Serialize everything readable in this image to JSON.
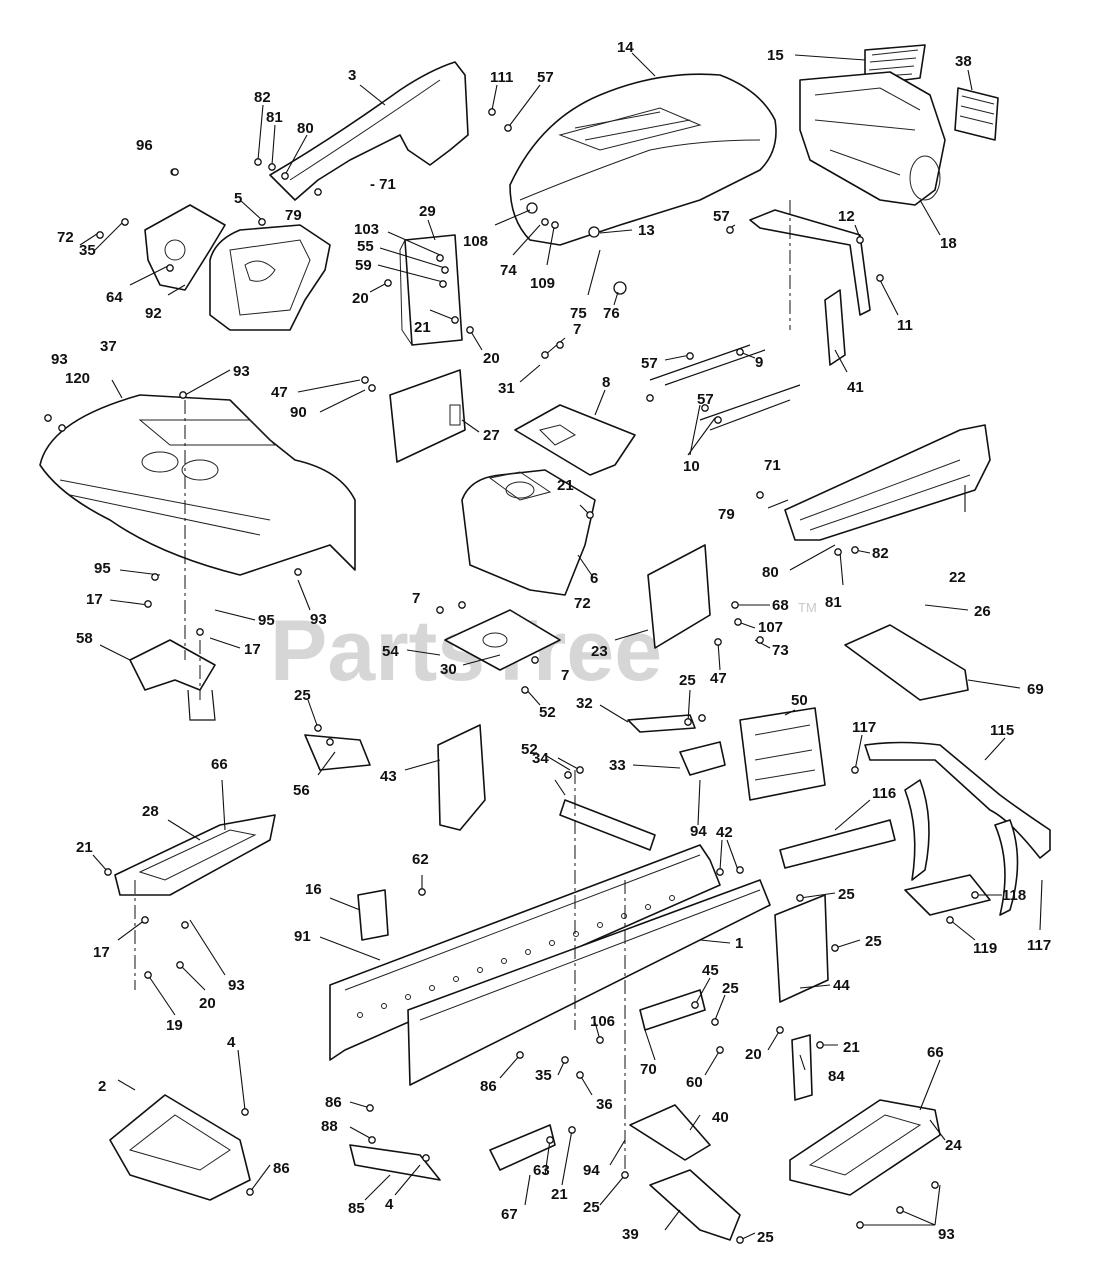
{
  "watermark": {
    "text": "PartsTree",
    "tm": "TM"
  },
  "callouts": [
    {
      "id": "c3",
      "label": "3"
    },
    {
      "id": "c111",
      "label": "111"
    },
    {
      "id": "c57a",
      "label": "57"
    },
    {
      "id": "c14",
      "label": "14"
    },
    {
      "id": "c15",
      "label": "15"
    },
    {
      "id": "c38",
      "label": "38"
    },
    {
      "id": "c82a",
      "label": "82"
    },
    {
      "id": "c81a",
      "label": "81"
    },
    {
      "id": "c80a",
      "label": "80"
    },
    {
      "id": "c96",
      "label": "96"
    },
    {
      "id": "c71a",
      "label": "- 71"
    },
    {
      "id": "c79a",
      "label": "79"
    },
    {
      "id": "c5",
      "label": "5"
    },
    {
      "id": "c72a",
      "label": "72"
    },
    {
      "id": "c35a",
      "label": "35"
    },
    {
      "id": "c64",
      "label": "64"
    },
    {
      "id": "c92",
      "label": "92"
    },
    {
      "id": "c29",
      "label": "29"
    },
    {
      "id": "c103",
      "label": "103"
    },
    {
      "id": "c55",
      "label": "55"
    },
    {
      "id": "c59",
      "label": "59"
    },
    {
      "id": "c20a",
      "label": "20"
    },
    {
      "id": "c21a",
      "label": "21"
    },
    {
      "id": "c20b",
      "label": "20"
    },
    {
      "id": "c108",
      "label": "108"
    },
    {
      "id": "c74",
      "label": "74"
    },
    {
      "id": "c109",
      "label": "109"
    },
    {
      "id": "c13",
      "label": "13"
    },
    {
      "id": "c75",
      "label": "75"
    },
    {
      "id": "c76",
      "label": "76"
    },
    {
      "id": "c18",
      "label": "18"
    },
    {
      "id": "c57b",
      "label": "57"
    },
    {
      "id": "c12",
      "label": "12"
    },
    {
      "id": "c11",
      "label": "11"
    },
    {
      "id": "c41",
      "label": "41"
    },
    {
      "id": "c7a",
      "label": "7"
    },
    {
      "id": "c31",
      "label": "31"
    },
    {
      "id": "c57c",
      "label": "57"
    },
    {
      "id": "c9",
      "label": "9"
    },
    {
      "id": "c57d",
      "label": "57"
    },
    {
      "id": "c10",
      "label": "10"
    },
    {
      "id": "c8",
      "label": "8"
    },
    {
      "id": "c93a",
      "label": "93"
    },
    {
      "id": "c37",
      "label": "37"
    },
    {
      "id": "c120",
      "label": "120"
    },
    {
      "id": "c93b",
      "label": "93"
    },
    {
      "id": "c47a",
      "label": "47"
    },
    {
      "id": "c90",
      "label": "90"
    },
    {
      "id": "c27",
      "label": "27"
    },
    {
      "id": "c71b",
      "label": "71"
    },
    {
      "id": "c79b",
      "label": "79"
    },
    {
      "id": "c21b",
      "label": "21"
    },
    {
      "id": "c22",
      "label": "22"
    },
    {
      "id": "c80b",
      "label": "80"
    },
    {
      "id": "c81b",
      "label": "81"
    },
    {
      "id": "c82b",
      "label": "82"
    },
    {
      "id": "c6",
      "label": "6"
    },
    {
      "id": "c72b",
      "label": "72"
    },
    {
      "id": "c95a",
      "label": "95"
    },
    {
      "id": "c17a",
      "label": "17"
    },
    {
      "id": "c95b",
      "label": "95"
    },
    {
      "id": "c93c",
      "label": "93"
    },
    {
      "id": "c17b",
      "label": "17"
    },
    {
      "id": "c58",
      "label": "58"
    },
    {
      "id": "c7b",
      "label": "7"
    },
    {
      "id": "c54",
      "label": "54"
    },
    {
      "id": "c30",
      "label": "30"
    },
    {
      "id": "c7c",
      "label": "7"
    },
    {
      "id": "c52a",
      "label": "52"
    },
    {
      "id": "c68",
      "label": "68"
    },
    {
      "id": "c107",
      "label": "107"
    },
    {
      "id": "c26",
      "label": "26"
    },
    {
      "id": "c23",
      "label": "23"
    },
    {
      "id": "c73",
      "label": "73"
    },
    {
      "id": "c47b",
      "label": "47"
    },
    {
      "id": "c69",
      "label": "69"
    },
    {
      "id": "c25a",
      "label": "25"
    },
    {
      "id": "c56",
      "label": "56"
    },
    {
      "id": "c43",
      "label": "43"
    },
    {
      "id": "c32",
      "label": "32"
    },
    {
      "id": "c25b",
      "label": "25"
    },
    {
      "id": "c50",
      "label": "50"
    },
    {
      "id": "c117a",
      "label": "117"
    },
    {
      "id": "c115",
      "label": "115"
    },
    {
      "id": "c52b",
      "label": "52"
    },
    {
      "id": "c34",
      "label": "34"
    },
    {
      "id": "c33",
      "label": "33"
    },
    {
      "id": "c94a",
      "label": "94"
    },
    {
      "id": "c116",
      "label": "116"
    },
    {
      "id": "c66a",
      "label": "66"
    },
    {
      "id": "c28",
      "label": "28"
    },
    {
      "id": "c21c",
      "label": "21"
    },
    {
      "id": "c62",
      "label": "62"
    },
    {
      "id": "c42",
      "label": "42"
    },
    {
      "id": "c16",
      "label": "16"
    },
    {
      "id": "c25c",
      "label": "25"
    },
    {
      "id": "c118",
      "label": "118"
    },
    {
      "id": "c91",
      "label": "91"
    },
    {
      "id": "c1",
      "label": "1"
    },
    {
      "id": "c25d",
      "label": "25"
    },
    {
      "id": "c119",
      "label": "119"
    },
    {
      "id": "c117b",
      "label": "117"
    },
    {
      "id": "c17c",
      "label": "17"
    },
    {
      "id": "c93d",
      "label": "93"
    },
    {
      "id": "c20c",
      "label": "20"
    },
    {
      "id": "c19",
      "label": "19"
    },
    {
      "id": "c45",
      "label": "45"
    },
    {
      "id": "c25e",
      "label": "25"
    },
    {
      "id": "c44",
      "label": "44"
    },
    {
      "id": "c106",
      "label": "106"
    },
    {
      "id": "c20d",
      "label": "20"
    },
    {
      "id": "c21d",
      "label": "21"
    },
    {
      "id": "c4a",
      "label": "4"
    },
    {
      "id": "c2",
      "label": "2"
    },
    {
      "id": "c86a",
      "label": "86"
    },
    {
      "id": "c35b",
      "label": "35"
    },
    {
      "id": "c36",
      "label": "36"
    },
    {
      "id": "c70",
      "label": "70"
    },
    {
      "id": "c60",
      "label": "60"
    },
    {
      "id": "c84",
      "label": "84"
    },
    {
      "id": "c66b",
      "label": "66"
    },
    {
      "id": "c86b",
      "label": "86"
    },
    {
      "id": "c88",
      "label": "88"
    },
    {
      "id": "c40",
      "label": "40"
    },
    {
      "id": "c24",
      "label": "24"
    },
    {
      "id": "c63",
      "label": "63"
    },
    {
      "id": "c21e",
      "label": "21"
    },
    {
      "id": "c94b",
      "label": "94"
    },
    {
      "id": "c86c",
      "label": "86"
    },
    {
      "id": "c85",
      "label": "85"
    },
    {
      "id": "c4b",
      "label": "4"
    },
    {
      "id": "c67",
      "label": "67"
    },
    {
      "id": "c25f",
      "label": "25"
    },
    {
      "id": "c39",
      "label": "39"
    },
    {
      "id": "c25g",
      "label": "25"
    },
    {
      "id": "c93e",
      "label": "93"
    }
  ]
}
